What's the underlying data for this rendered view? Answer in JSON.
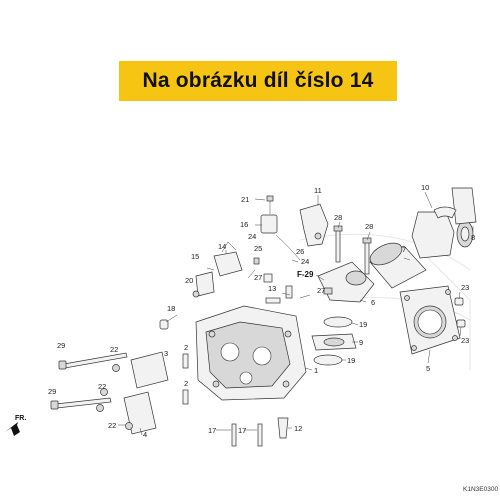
{
  "banner": {
    "text": "Na obrázku díl číslo 14",
    "color": "#f6c514"
  },
  "diagram": {
    "callouts": [
      {
        "id": "c21",
        "text": "21"
      },
      {
        "id": "c11",
        "text": "11"
      },
      {
        "id": "c10",
        "text": "10"
      },
      {
        "id": "c16",
        "text": "16"
      },
      {
        "id": "c24a",
        "text": "24"
      },
      {
        "id": "c28a",
        "text": "28"
      },
      {
        "id": "c28b",
        "text": "28"
      },
      {
        "id": "c7",
        "text": "7"
      },
      {
        "id": "c8",
        "text": "8"
      },
      {
        "id": "c14",
        "text": "14"
      },
      {
        "id": "c25",
        "text": "25"
      },
      {
        "id": "c26",
        "text": "26"
      },
      {
        "id": "c24b",
        "text": "24"
      },
      {
        "id": "c15",
        "text": "15"
      },
      {
        "id": "c20",
        "text": "20"
      },
      {
        "id": "c27a",
        "text": "27"
      },
      {
        "id": "c13",
        "text": "13"
      },
      {
        "id": "c27b",
        "text": "27"
      },
      {
        "id": "c6",
        "text": "6"
      },
      {
        "id": "c23a",
        "text": "23"
      },
      {
        "id": "c18",
        "text": "18"
      },
      {
        "id": "c19a",
        "text": "19"
      },
      {
        "id": "c9",
        "text": "9"
      },
      {
        "id": "c23b",
        "text": "23"
      },
      {
        "id": "c29a",
        "text": "29"
      },
      {
        "id": "c22a",
        "text": "22"
      },
      {
        "id": "c2a",
        "text": "2"
      },
      {
        "id": "c3",
        "text": "3"
      },
      {
        "id": "c19b",
        "text": "19"
      },
      {
        "id": "c1",
        "text": "1"
      },
      {
        "id": "c5",
        "text": "5"
      },
      {
        "id": "c29b",
        "text": "29"
      },
      {
        "id": "c22b",
        "text": "22"
      },
      {
        "id": "c2b",
        "text": "2"
      },
      {
        "id": "c22c",
        "text": "22"
      },
      {
        "id": "c4",
        "text": "4"
      },
      {
        "id": "c17a",
        "text": "17"
      },
      {
        "id": "c17b",
        "text": "17"
      },
      {
        "id": "c12",
        "text": "12"
      }
    ],
    "reference_label": "F-29",
    "front_label": "FR.",
    "drawing_code": "K1N3E0300"
  }
}
